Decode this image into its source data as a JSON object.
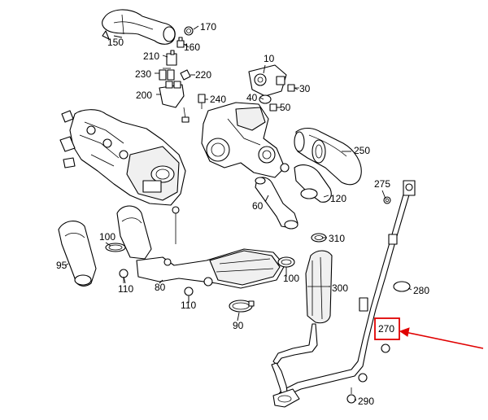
{
  "callouts": {
    "c10": "10",
    "c30": "30",
    "c40": "40",
    "c50": "50",
    "c60": "60",
    "c80": "80",
    "c90": "90",
    "c95": "95",
    "c100a": "100",
    "c100b": "100",
    "c110a": "110",
    "c110b": "110",
    "c120": "120",
    "c150": "150",
    "c160": "160",
    "c170": "170",
    "c200": "200",
    "c210": "210",
    "c220": "220",
    "c230": "230",
    "c240": "240",
    "c250": "250",
    "c270": "270",
    "c275": "275",
    "c280": "280",
    "c290": "290",
    "c300": "300",
    "c310": "310"
  },
  "highlight": {
    "part": "270",
    "color": "#e00000"
  }
}
